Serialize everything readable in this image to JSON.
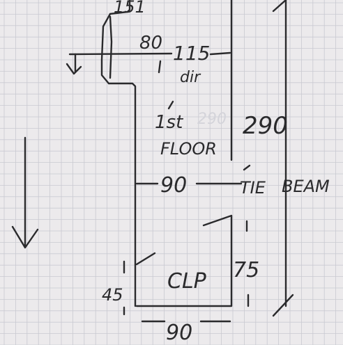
{
  "sketch": {
    "labels": {
      "dim_151": "151",
      "dim_80": "80",
      "dim_115": "115",
      "dir": "dir",
      "floor_line1": "1st",
      "floor_line2": "FLOOR",
      "ghost_290": "290",
      "dim_290": "290",
      "dim_90_mid": "90",
      "tie": "TIE",
      "beam": "BEAM",
      "clp": "CLP",
      "dim_75": "75",
      "dim_45": "45",
      "dim_90_bottom": "90"
    },
    "colors": {
      "paper": "#eceaec",
      "grid": "#c9c9d1",
      "ink": "#2a2a2c",
      "ghost": "#d7d7dc"
    }
  }
}
